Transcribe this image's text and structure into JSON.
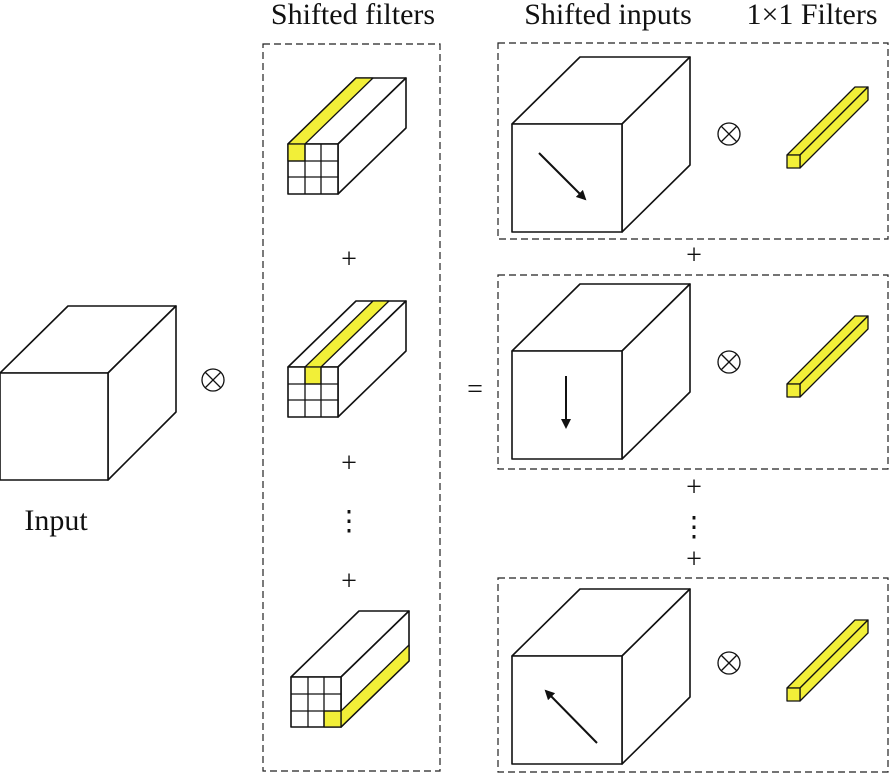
{
  "labels": {
    "input": "Input",
    "shifted_filters": "Shifted filters",
    "shifted_inputs": "Shifted inputs",
    "one_by_one_filters": "1×1 Filters"
  },
  "operators": {
    "convolve": "⊗",
    "plus": "+",
    "equals": "=",
    "vertical_ellipsis": "⋮"
  },
  "colors": {
    "highlight": "#f2ef38",
    "stroke": "#111111",
    "background": "#ffffff"
  },
  "shifted_input_arrows": [
    "down-right",
    "down",
    "up-left"
  ]
}
